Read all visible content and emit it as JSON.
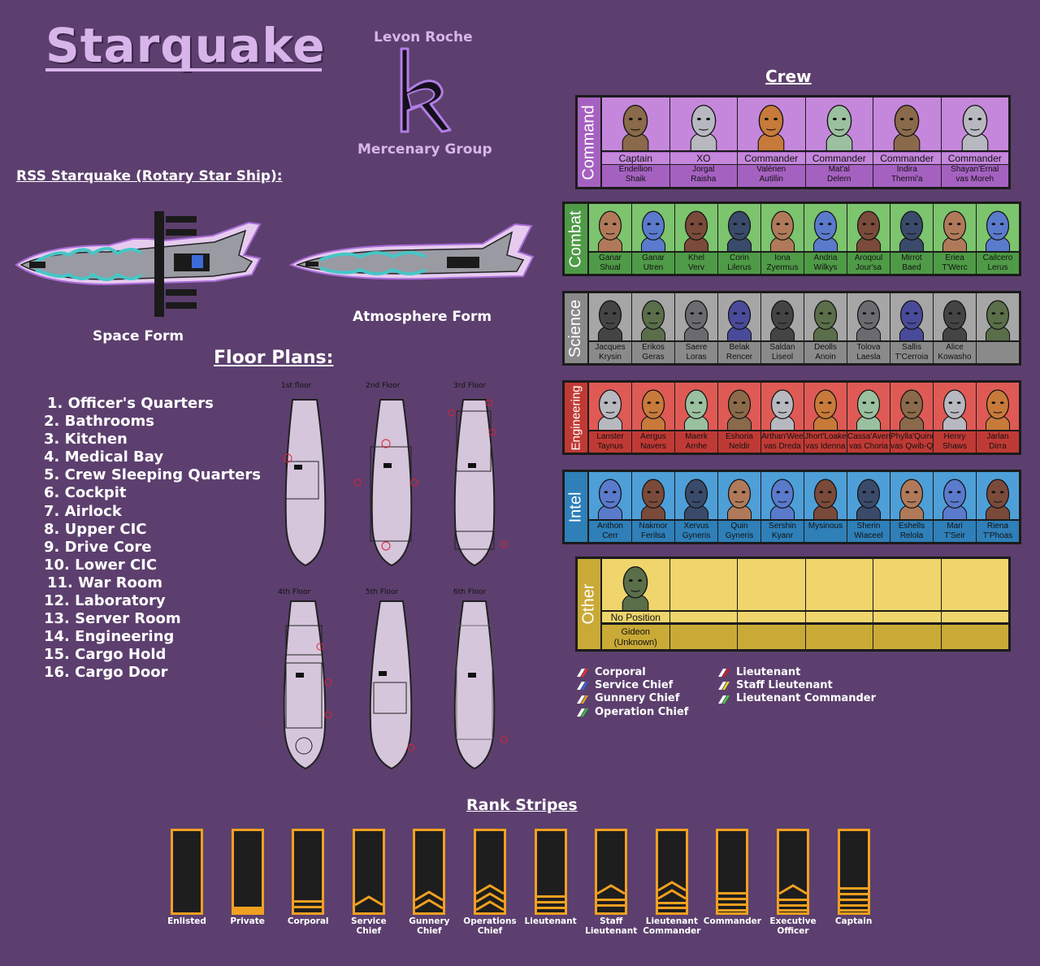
{
  "title": "Starquake",
  "logo": {
    "top_text": "Levon Roche",
    "bottom_text": "Mercenary Group",
    "mark": "R"
  },
  "ship": {
    "heading": "RSS Starquake (Rotary Star Ship):",
    "space_form_label": "Space Form",
    "atmosphere_form_label": "Atmosphere Form"
  },
  "floor_plans": {
    "heading": "Floor Plans:",
    "floors": [
      "1st floor",
      "2nd Floor",
      "3rd Floor",
      "4th Floor",
      "5th Floor",
      "6th Floor"
    ],
    "rooms": [
      "1. Officer's Quarters",
      "2. Bathrooms",
      "3. Kitchen",
      "4. Medical Bay",
      "5. Crew Sleeping Quarters",
      "6. Cockpit",
      "7. Airlock",
      "8. Upper CIC",
      "9. Drive Core",
      "10. Lower CIC",
      "11. War Room",
      "12. Laboratory",
      "13. Server Room",
      "14. Engineering",
      "15. Cargo Hold",
      "16. Cargo Door"
    ]
  },
  "crew": {
    "heading": "Crew",
    "departments": [
      {
        "name": "Command",
        "bg": "#c587dc",
        "name_bg": "#a561c0",
        "members": [
          {
            "line1": "Captain",
            "line2": "Endellion",
            "line3": "Shaik"
          },
          {
            "line1": "XO",
            "line2": "Jorgal",
            "line3": "Raisha"
          },
          {
            "line1": "Commander",
            "line2": "Valérien",
            "line3": "Autillin"
          },
          {
            "line1": "Commander",
            "line2": "Mat'al",
            "line3": "Delern"
          },
          {
            "line1": "Commander",
            "line2": "Indira",
            "line3": "Thermi'a"
          },
          {
            "line1": "Commander",
            "line2": "Shayan'Ernal",
            "line3": "vas Moreh"
          }
        ]
      },
      {
        "name": "Combat",
        "bg": "#7cc46e",
        "name_bg": "#4f9a47",
        "members": [
          {
            "line1": "Ganar",
            "line2": "Shual"
          },
          {
            "line1": "Ganar",
            "line2": "Utren"
          },
          {
            "line1": "Khel",
            "line2": "Verv"
          },
          {
            "line1": "Corin",
            "line2": "Lilerus"
          },
          {
            "line1": "Iona",
            "line2": "Zyermus"
          },
          {
            "line1": "Andria",
            "line2": "Wilkys"
          },
          {
            "line1": "Aroqoul",
            "line2": "Jour'sa"
          },
          {
            "line1": "Mirrot",
            "line2": "Baed"
          },
          {
            "line1": "Eriea",
            "line2": "T'Werc"
          },
          {
            "line1": "Cailcero",
            "line2": "Lerus"
          }
        ]
      },
      {
        "name": "Science",
        "bg": "#a6a6a6",
        "name_bg": "#8a8a8a",
        "members": [
          {
            "line1": "Jacques",
            "line2": "Krysin"
          },
          {
            "line1": "Erikos",
            "line2": "Geras"
          },
          {
            "line1": "Saere",
            "line2": "Loras"
          },
          {
            "line1": "Belak",
            "line2": "Rencer"
          },
          {
            "line1": "Saldan",
            "line2": "Liseol"
          },
          {
            "line1": "Deolls",
            "line2": "Anoin"
          },
          {
            "line1": "Tolova",
            "line2": "Laesla"
          },
          {
            "line1": "Sallis",
            "line2": "T'Cerroia"
          },
          {
            "line1": "Alice",
            "line2": "Kowasho"
          },
          {
            "line1": "",
            "line2": ""
          }
        ]
      },
      {
        "name": "Engineering",
        "bg": "#df5a55",
        "name_bg": "#c03a35",
        "members": [
          {
            "line1": "Lanster",
            "line2": "Taynus"
          },
          {
            "line1": "Aergus",
            "line2": "Navers"
          },
          {
            "line1": "Maerk",
            "line2": "Arnhe"
          },
          {
            "line1": "Eshoria",
            "line2": "Neldir"
          },
          {
            "line1": "Arthan'Wee",
            "line2": "vas Dreda"
          },
          {
            "line1": "Jhort'Loake",
            "line2": "vas Idenna"
          },
          {
            "line1": "Cassa'Avers",
            "line2": "vas Choria"
          },
          {
            "line1": "Phylla'Quines",
            "line2": "vas Qwib-Qwib"
          },
          {
            "line1": "Henry",
            "line2": "Shaws"
          },
          {
            "line1": "Jarlan",
            "line2": "Dirra"
          }
        ]
      },
      {
        "name": "Intel",
        "bg": "#4e9fd8",
        "name_bg": "#2f7fb8",
        "members": [
          {
            "line1": "Anthon",
            "line2": "Cerr"
          },
          {
            "line1": "Nakmor",
            "line2": "Ferilsa"
          },
          {
            "line1": "Xervus",
            "line2": "Gyneris"
          },
          {
            "line1": "Quin",
            "line2": "Gyneris"
          },
          {
            "line1": "Sershin",
            "line2": "Kyanr"
          },
          {
            "line1": "Mysinous",
            "line2": ""
          },
          {
            "line1": "Sherin",
            "line2": "Wiaceel"
          },
          {
            "line1": "Eshells",
            "line2": "Relola"
          },
          {
            "line1": "Mari",
            "line2": "T'Seir"
          },
          {
            "line1": "Riena",
            "line2": "T'Phoas"
          }
        ]
      },
      {
        "name": "Other",
        "bg": "#efd56c",
        "name_bg": "#c9aa37",
        "position": "No Position",
        "members": [
          {
            "line1": "Gideon",
            "line2": "(Unknown)"
          }
        ]
      }
    ]
  },
  "legend": {
    "left": [
      {
        "label": "Corporal",
        "color": "#e8302a"
      },
      {
        "label": "Service Chief",
        "color": "#2f66d8"
      },
      {
        "label": "Gunnery Chief",
        "color": "#e0a020"
      },
      {
        "label": "Operation Chief",
        "color": "#35c035"
      }
    ],
    "right": [
      {
        "label": "Lieutenant",
        "color": "#cc2020"
      },
      {
        "label": "Staff Lieutenant",
        "color": "#e8d820"
      },
      {
        "label": "Lieutenant Commander",
        "color": "#40d040"
      }
    ]
  },
  "rank_stripes": {
    "heading": "Rank Stripes",
    "stripe_color": "#f0a020",
    "ranks": [
      {
        "line1": "Enlisted",
        "line2": "",
        "style": "none"
      },
      {
        "line1": "Private",
        "line2": "",
        "style": "bottom"
      },
      {
        "line1": "Corporal",
        "line2": "",
        "style": "bars2"
      },
      {
        "line1": "Service",
        "line2": "Chief",
        "style": "chev1"
      },
      {
        "line1": "Gunnery",
        "line2": "Chief",
        "style": "chev2"
      },
      {
        "line1": "Operations",
        "line2": "Chief",
        "style": "chev3"
      },
      {
        "line1": "Lieutenant",
        "line2": "",
        "style": "bars3"
      },
      {
        "line1": "Staff",
        "line2": "Lieutenant",
        "style": "bars3chev"
      },
      {
        "line1": "Lieutenant",
        "line2": "Commander",
        "style": "chev3bars"
      },
      {
        "line1": "Commander",
        "line2": "",
        "style": "bars4"
      },
      {
        "line1": "Executive",
        "line2": "Officer",
        "style": "chevbars"
      },
      {
        "line1": "Captain",
        "line2": "",
        "style": "bars5"
      }
    ]
  }
}
